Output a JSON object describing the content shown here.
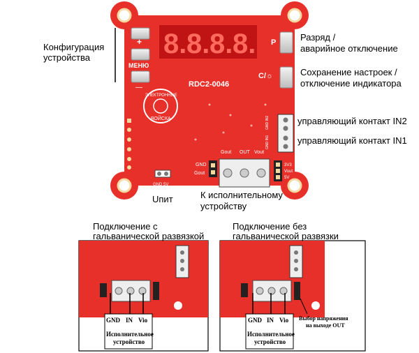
{
  "board": {
    "model": "RDC2-0046",
    "display_digits": [
      "8.",
      "8.",
      "8.",
      "8."
    ],
    "btn_plus": "+",
    "btn_menu": "МЕНЮ",
    "btn_minus": "—",
    "letter_p": "P",
    "sun_icon_label": "C/☼",
    "logo_top": "ЭЛЕКТРОННЫЕ",
    "logo_bottom": "ВОЙСКА",
    "silk_left_gnd": "GND",
    "silk_left_gout": "Gout",
    "silk_out_gout": "Gout",
    "silk_out_out": "OUT",
    "silk_out_vout": "Vout",
    "silk_right_3v3": "3V3",
    "silk_right_vout": "Vout",
    "silk_right_5v": "5V",
    "silk_bottom_gnd5v": "GND 5V",
    "silk_in2": "GND IN2",
    "silk_in1": "GND IN1"
  },
  "labels": {
    "config_line1": "Конфигурация",
    "config_line2": "устройства",
    "discharge_line1": "Разряд /",
    "discharge_line2": "аварийное отключение",
    "save_line1": "Сохранение настроек /",
    "save_line2": "отключение индикатора",
    "in2": "управляющий контакт IN2",
    "in1": "управляющий контакт IN1",
    "upit": "Uпит",
    "actuator_line1": "К исполнительному",
    "actuator_line2": "устройству"
  },
  "panel_left": {
    "caption_line1": "Подключение с",
    "caption_line2": "гальванической развязкой",
    "pins": [
      "GND",
      "IN",
      "Vio"
    ],
    "device_line1": "Исполнительное",
    "device_line2": "устройство"
  },
  "panel_right": {
    "caption_line1": "Подключение без",
    "caption_line2": "гальванической развязки",
    "pins": [
      "GND",
      "IN",
      "Vio"
    ],
    "device_line1": "Исполнительное",
    "device_line2": "устройство",
    "voltage_line1": "Выбор напряжения",
    "voltage_line2": "на выходе OUT"
  },
  "colors": {
    "pcb": "#e8302a",
    "silk": "#ffffff",
    "display": "#c01414",
    "segment": "#ff6a5e"
  }
}
